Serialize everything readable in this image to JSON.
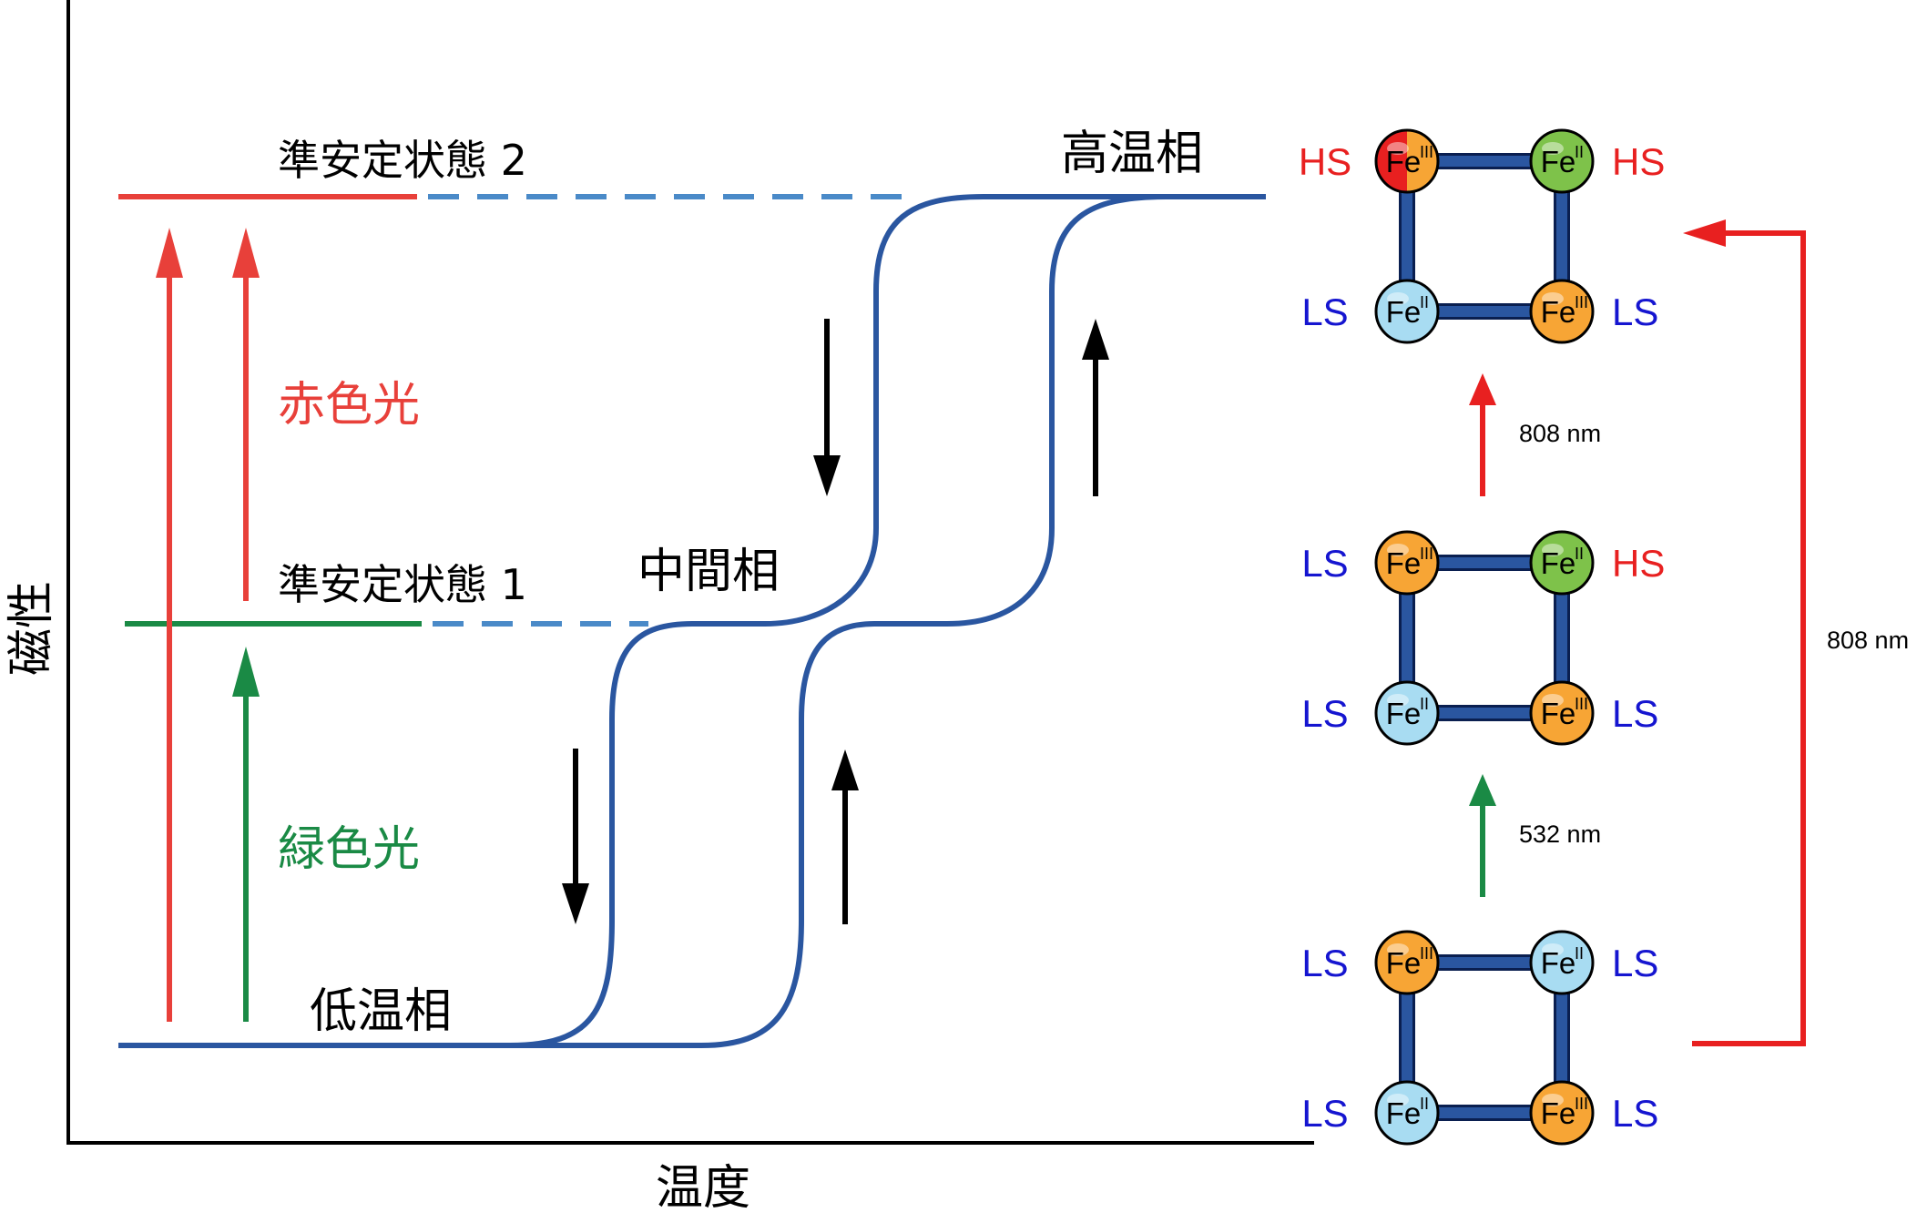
{
  "colors": {
    "curve_blue": "#2a56a0",
    "dash_blue": "#4a8ac8",
    "red": "#e8403a",
    "green": "#1a8a45",
    "black": "#000000",
    "ls_blue": "#1515d0",
    "hs_red": "#e82020",
    "fe_orange": "#f7a535",
    "fe_blue": "#a8dcf2",
    "fe_green": "#7ec24a",
    "fe_red": "#e82020",
    "bond": "#2a56a0"
  },
  "axes": {
    "ylabel": "磁性",
    "xlabel": "温度"
  },
  "labels": {
    "metastable2": "準安定状態 2",
    "metastable1": "準安定状態 1",
    "high_phase": "高温相",
    "mid_phase": "中間相",
    "low_phase": "低温相",
    "red_light": "赤色光",
    "green_light": "緑色光"
  },
  "wavelengths": {
    "top": "808 nm",
    "middle": "532 nm",
    "side": "808 nm"
  },
  "spin": {
    "ls": "LS",
    "hs": "HS"
  },
  "ion": {
    "symbol": "Fe",
    "ox2": "II",
    "ox3": "III"
  },
  "squares": [
    {
      "name": "top",
      "spin_labels": [
        "HS",
        "HS",
        "LS",
        "LS"
      ],
      "spin_colors": [
        "hs",
        "hs",
        "ls",
        "ls"
      ],
      "atoms": [
        {
          "ox": "III",
          "fill": "half-red-orange"
        },
        {
          "ox": "II",
          "fill": "green"
        },
        {
          "ox": "II",
          "fill": "blue"
        },
        {
          "ox": "III",
          "fill": "orange"
        }
      ]
    },
    {
      "name": "middle",
      "spin_labels": [
        "LS",
        "HS",
        "LS",
        "LS"
      ],
      "spin_colors": [
        "ls",
        "hs",
        "ls",
        "ls"
      ],
      "atoms": [
        {
          "ox": "III",
          "fill": "orange"
        },
        {
          "ox": "II",
          "fill": "green"
        },
        {
          "ox": "II",
          "fill": "blue"
        },
        {
          "ox": "III",
          "fill": "orange"
        }
      ]
    },
    {
      "name": "bottom",
      "spin_labels": [
        "LS",
        "LS",
        "LS",
        "LS"
      ],
      "spin_colors": [
        "ls",
        "ls",
        "ls",
        "ls"
      ],
      "atoms": [
        {
          "ox": "III",
          "fill": "orange"
        },
        {
          "ox": "II",
          "fill": "blue"
        },
        {
          "ox": "II",
          "fill": "blue"
        },
        {
          "ox": "III",
          "fill": "orange"
        }
      ]
    }
  ]
}
